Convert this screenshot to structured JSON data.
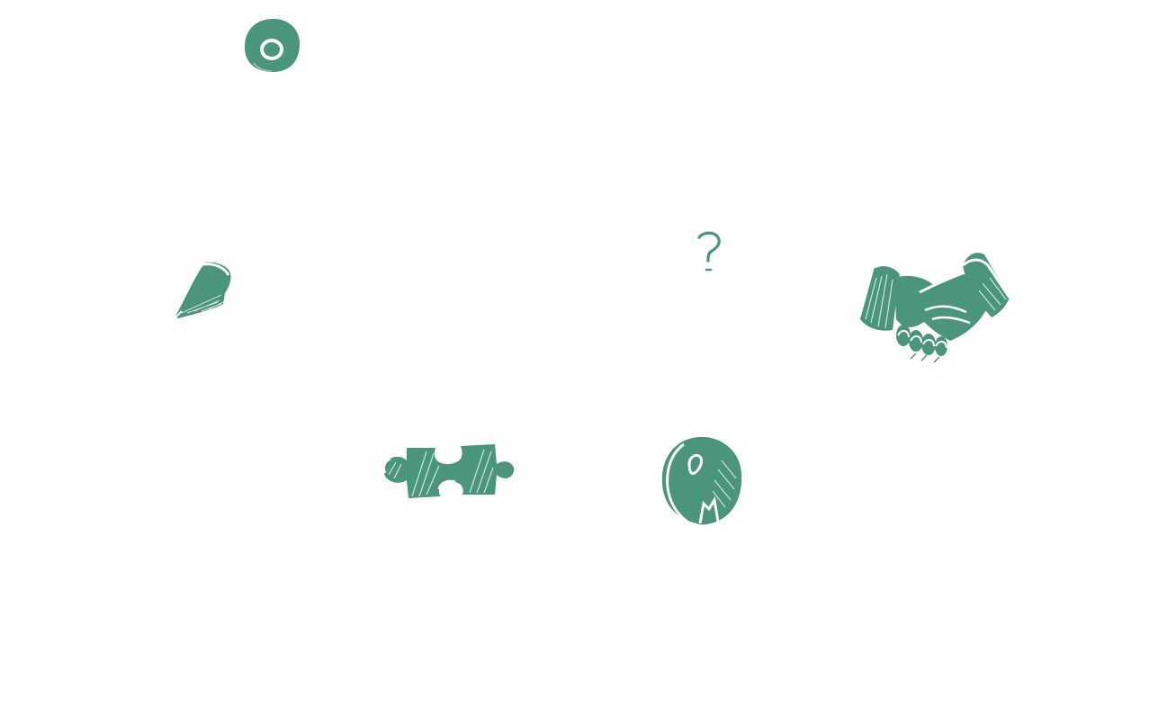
{
  "canvas": {
    "background": "#ffffff"
  },
  "theme": {
    "ink": "#4a957c",
    "highlight": "#ffffff"
  },
  "doodles": [
    {
      "id": "ring",
      "icon": "ring-icon"
    },
    {
      "id": "pencil",
      "icon": "pencil-icon"
    },
    {
      "id": "question",
      "icon": "question-mark-icon"
    },
    {
      "id": "hands",
      "icon": "handshake-icon"
    },
    {
      "id": "puzzle",
      "icon": "puzzle-piece-icon"
    },
    {
      "id": "bulb",
      "icon": "lightbulb-icon"
    }
  ]
}
